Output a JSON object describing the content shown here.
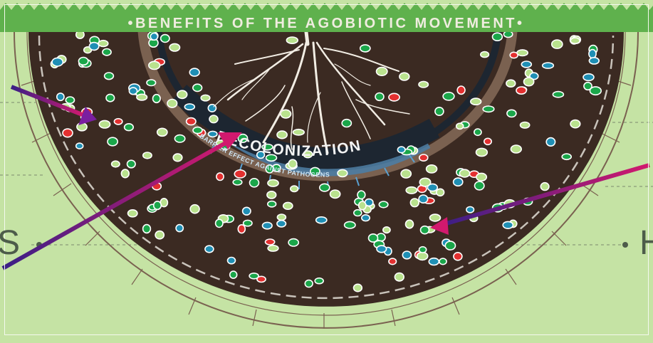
{
  "diagram": {
    "banner": {
      "title": "BENEFITS OF THE AGOBIOTIC MOVEMENT",
      "separator": "•",
      "color": "#f0ede0"
    },
    "labels": {
      "center_word": "RECOLONIZATION",
      "barrier_text": "BARRIER EFFECT AGAINST PATHOGENS",
      "left_cut_text": "S",
      "right_cut_text": "H"
    },
    "colors": {
      "background": "#c5e3a4",
      "banner": "#5fb14d",
      "soil": "#3b2a22",
      "ring": "#7a6150",
      "roots": "#f2ede4",
      "barrier_band": "#4a7fa8",
      "recolonization_band": "#1d2631",
      "arrow_start": "#3a1f86",
      "arrow_end": "#d2196e",
      "microbe_green": "#1aa64a",
      "microbe_blue": "#1f8fb5",
      "microbe_red": "#e33030",
      "microbe_pale": "#b9e28e"
    },
    "icons": {
      "arrows": "arrow-icon",
      "microbes": "microbe-icon",
      "roots": "root-icon"
    }
  }
}
